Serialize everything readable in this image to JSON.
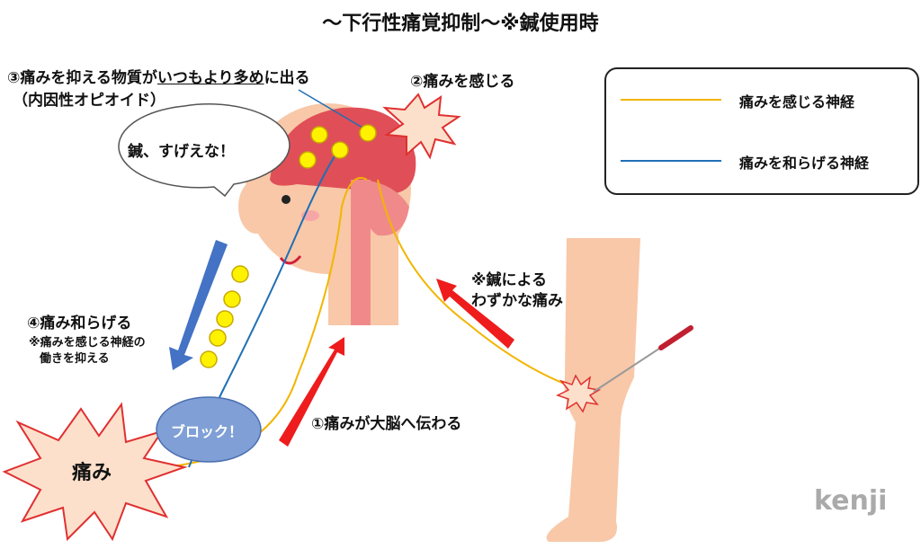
{
  "title": "〜下行性痛覚抑制〜※鍼使用時",
  "legend": {
    "items": [
      {
        "label": "痛みを感じる神経",
        "color": "#f2b500"
      },
      {
        "label": "痛みを和らげる神経",
        "color": "#1f6fb5"
      }
    ]
  },
  "labels": {
    "step3_pre": "③痛みを抑える物質が",
    "step3_underlined": "いつもより多め",
    "step3_post": "に出る",
    "step3_sub": "（内因性オピオイド）",
    "step2": "②痛みを感じる",
    "speech": "鍼、すげえな！",
    "step4": "④痛み和らげる",
    "step4_note1": "※痛みを感じる神経の",
    "step4_note2": "働きを抑える",
    "block": "ブロック！",
    "pain": "痛み",
    "step1": "①痛みが大脳へ伝わる",
    "needle_note1": "※鍼による",
    "needle_note2": "わずかな痛み",
    "watermark": "kenji"
  }
}
